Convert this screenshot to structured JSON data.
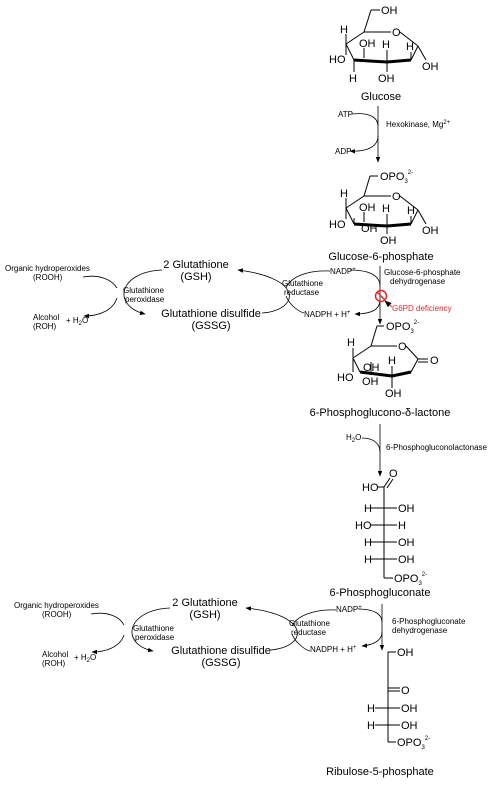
{
  "molecules": {
    "glucose": "Glucose",
    "g6p": "Glucose-6-phosphate",
    "lactone": "6-Phosphoglucono-δ-lactone",
    "gluconate": "6-Phosphogluconate",
    "ribulose": "Ribulose-5-phosphate"
  },
  "atoms": {
    "H": "H",
    "OH": "OH",
    "HO": "HO",
    "O": "O",
    "OPO3": "OPO",
    "sub3": "3",
    "charge": "2-"
  },
  "reactions": {
    "step1": {
      "enzyme": "Hexokinase, Mg",
      "enzyme_sup": "2+",
      "in": "ATP",
      "out": "ADP"
    },
    "step2": {
      "enzyme_line1": "Glucose-6-phosphate",
      "enzyme_line2": "dehydrogenase",
      "in": "NADP",
      "in_sup": "+",
      "out": "NADPH + H",
      "out_sup": "+"
    },
    "step3": {
      "enzyme": "6-Phosphogluconolactonase",
      "in": "H",
      "in_sub": "2",
      "in_tail": "O"
    },
    "step4": {
      "enzyme_line1": "6-Phosphogluconate",
      "enzyme_line2": "dehydrogenase",
      "in": "NADP",
      "in_sup": "+",
      "out": "NADPH + H",
      "out_sup": "+"
    }
  },
  "deficiency": {
    "label": "G6PD deficiency",
    "color": "#e8262a",
    "icon": "prohibition-icon"
  },
  "glutathione_cycle": {
    "gsh_line1": "2 Glutathione",
    "gsh_line2": "(GSH)",
    "gssg_line1": "Glutathione disulfide",
    "gssg_line2": "(GSSG)",
    "peroxidase_line1": "Glutathione",
    "peroxidase_line2": "peroxidase",
    "reductase_line1": "Glutathione",
    "reductase_line2": "reductase",
    "peroxide_line1": "Organic hydroperoxides",
    "peroxide_line2": "(ROOH)",
    "alcohol_line1": "Alcohol",
    "alcohol_line2": "(ROH)",
    "plus_water": "+ H",
    "water_sub": "2",
    "water_tail": "O"
  }
}
